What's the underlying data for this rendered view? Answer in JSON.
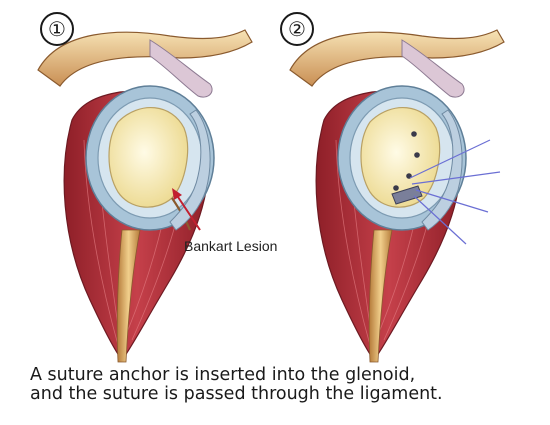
{
  "panels": [
    {
      "number": "①"
    },
    {
      "number": "②"
    }
  ],
  "labels": {
    "lesion": "Bankart Lesion"
  },
  "caption": {
    "line1": "A suture anchor is inserted into the glenoid,",
    "line2": "and the suture is passed through the ligament."
  },
  "colors": {
    "muscle": "#b8323c",
    "bone": "#f6ecc0",
    "cartilage": "#c9dbe8",
    "tendon": "#d9a35e",
    "suture": "#6b6fd4",
    "arrow": "#c22030"
  }
}
